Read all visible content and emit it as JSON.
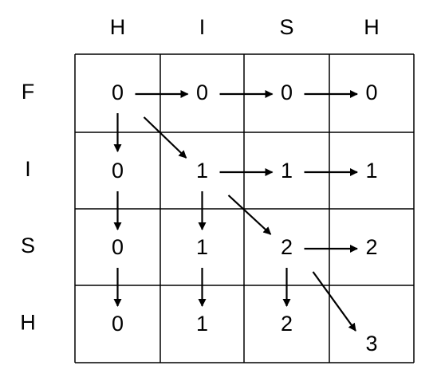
{
  "colors": {
    "background": "#ffffff",
    "ink": "#000000"
  },
  "col_headers": [
    "H",
    "I",
    "S",
    "H"
  ],
  "row_headers": [
    "F",
    "I",
    "S",
    "H"
  ],
  "cells": [
    [
      "0",
      "0",
      "0",
      "0"
    ],
    [
      "0",
      "1",
      "1",
      "1"
    ],
    [
      "0",
      "1",
      "2",
      "2"
    ],
    [
      "0",
      "1",
      "2",
      "3"
    ]
  ],
  "arrows": [
    {
      "from": [
        0,
        0
      ],
      "dir": "right"
    },
    {
      "from": [
        0,
        1
      ],
      "dir": "right"
    },
    {
      "from": [
        0,
        2
      ],
      "dir": "right"
    },
    {
      "from": [
        0,
        0
      ],
      "dir": "down"
    },
    {
      "from": [
        0,
        0
      ],
      "dir": "diag"
    },
    {
      "from": [
        1,
        1
      ],
      "dir": "right"
    },
    {
      "from": [
        1,
        2
      ],
      "dir": "right"
    },
    {
      "from": [
        1,
        0
      ],
      "dir": "down"
    },
    {
      "from": [
        1,
        1
      ],
      "dir": "down"
    },
    {
      "from": [
        1,
        1
      ],
      "dir": "diag"
    },
    {
      "from": [
        2,
        2
      ],
      "dir": "right"
    },
    {
      "from": [
        2,
        0
      ],
      "dir": "down"
    },
    {
      "from": [
        2,
        1
      ],
      "dir": "down"
    },
    {
      "from": [
        2,
        2
      ],
      "dir": "down"
    },
    {
      "from": [
        2,
        2
      ],
      "dir": "diag"
    }
  ]
}
